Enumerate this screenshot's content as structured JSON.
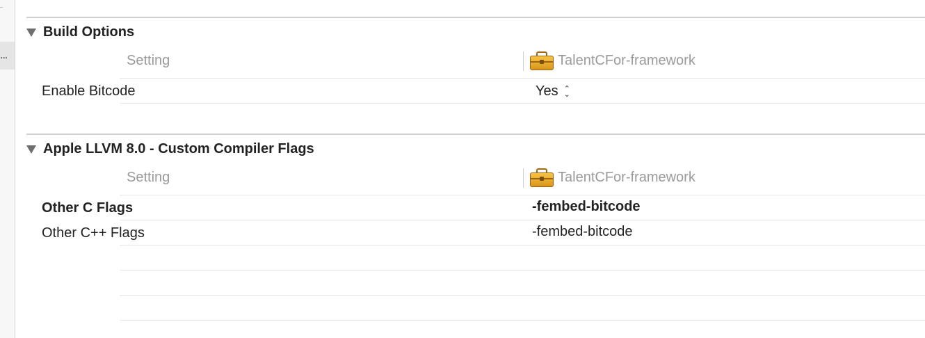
{
  "sections": [
    {
      "title": "Build Options",
      "header": {
        "setting": "Setting",
        "target": "TalentCFor-framework"
      },
      "rows": [
        {
          "label": "Enable Bitcode",
          "value": "Yes"
        }
      ]
    },
    {
      "title": "Apple LLVM 8.0 - Custom Compiler Flags",
      "header": {
        "setting": "Setting",
        "target": "TalentCFor-framework"
      },
      "rows": [
        {
          "label": "Other C Flags",
          "value": "-fembed-bitcode"
        },
        {
          "label": "Other C++ Flags",
          "value": "-fembed-bitcode"
        }
      ]
    }
  ],
  "sidebar": {
    "more_glyph": "..."
  },
  "icons": {
    "disclosure": "disclosure-triangle-icon",
    "target": "toolbox-icon",
    "stepper": "up-down-chevron-icon"
  },
  "colors": {
    "toolbox": "#e8ad2e",
    "header_text": "#9a9a9a",
    "rule": "#cfcfcf"
  }
}
